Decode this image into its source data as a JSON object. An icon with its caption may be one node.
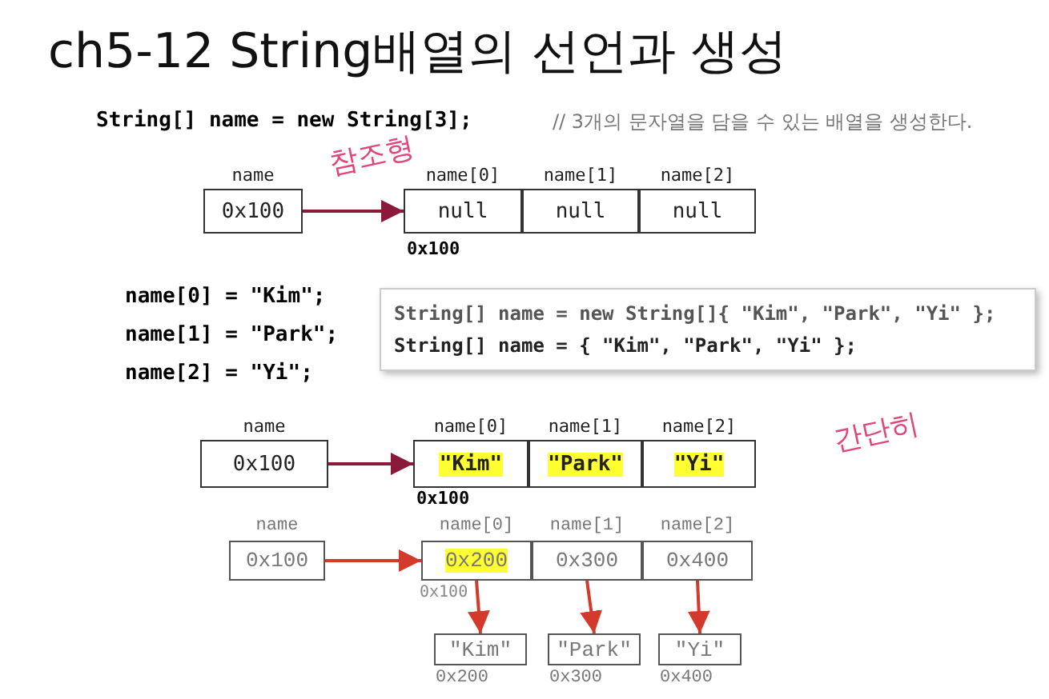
{
  "diagram": {
    "title": "ch5-12 String배열의 선언과 생성",
    "nodes": [
      {
        "text": [
          "0x100"
        ],
        "beside": [
          "name"
        ]
      },
      {
        "text": [
          "null"
        ],
        "beside": [
          "name[0]"
        ]
      },
      {
        "text": [
          "null"
        ],
        "beside": [
          "name[1]"
        ]
      },
      {
        "text": [
          "null"
        ],
        "beside": [
          "name[2]"
        ]
      },
      {
        "text": [
          "String[] name = new String[]{ \"Kim\", \"Park\", \"Yi\" };",
          "String[] name = { \"Kim\", \"Park\", \"Yi\" };"
        ]
      },
      {
        "text": [
          "0x100"
        ],
        "beside": [
          "name"
        ]
      },
      {
        "text": [
          "\"Kim\""
        ],
        "beside": [
          "name[0]"
        ]
      },
      {
        "text": [
          "\"Park\""
        ],
        "beside": [
          "name[1]"
        ]
      },
      {
        "text": [
          "\"Yi\""
        ],
        "beside": [
          "name[2]"
        ]
      },
      {
        "text": [
          "0x100"
        ],
        "beside": [
          "name"
        ]
      },
      {
        "text": [
          "0x200"
        ],
        "beside": [
          "name[0]"
        ]
      },
      {
        "text": [
          "0x300"
        ],
        "beside": [
          "name[1]"
        ]
      },
      {
        "text": [
          "0x400"
        ],
        "beside": [
          "name[2]"
        ]
      },
      {
        "text": [
          "\"Kim\""
        ],
        "beside": [
          "0x200"
        ]
      },
      {
        "text": [
          "\"Park\""
        ],
        "beside": [
          "0x300"
        ]
      },
      {
        "text": [
          "\"Yi\""
        ],
        "beside": [
          "0x400"
        ]
      }
    ],
    "edges": [
      {
        "from": 0,
        "to": 1,
        "arrow": "to",
        "color": "#8b1a3a"
      },
      {
        "from": 5,
        "to": 6,
        "arrow": "to",
        "color": "#8b1a3a"
      },
      {
        "from": 9,
        "to": 10,
        "arrow": "to"
      },
      {
        "from": 10,
        "to": 13,
        "arrow": "to"
      },
      {
        "from": 11,
        "to": 14,
        "arrow": "to"
      },
      {
        "from": 12,
        "to": 15,
        "arrow": "to"
      }
    ],
    "labels": [
      "String[] name = new String[3];",
      "// 3개의 문자열을 담을 수 있는 배열을 생성한다.",
      "참조형",
      "0x100",
      "name[0] = \"Kim\";",
      "name[1] = \"Park\";",
      "name[2] = \"Yi\";",
      "간단히",
      "0x100",
      "0x100"
    ]
  }
}
